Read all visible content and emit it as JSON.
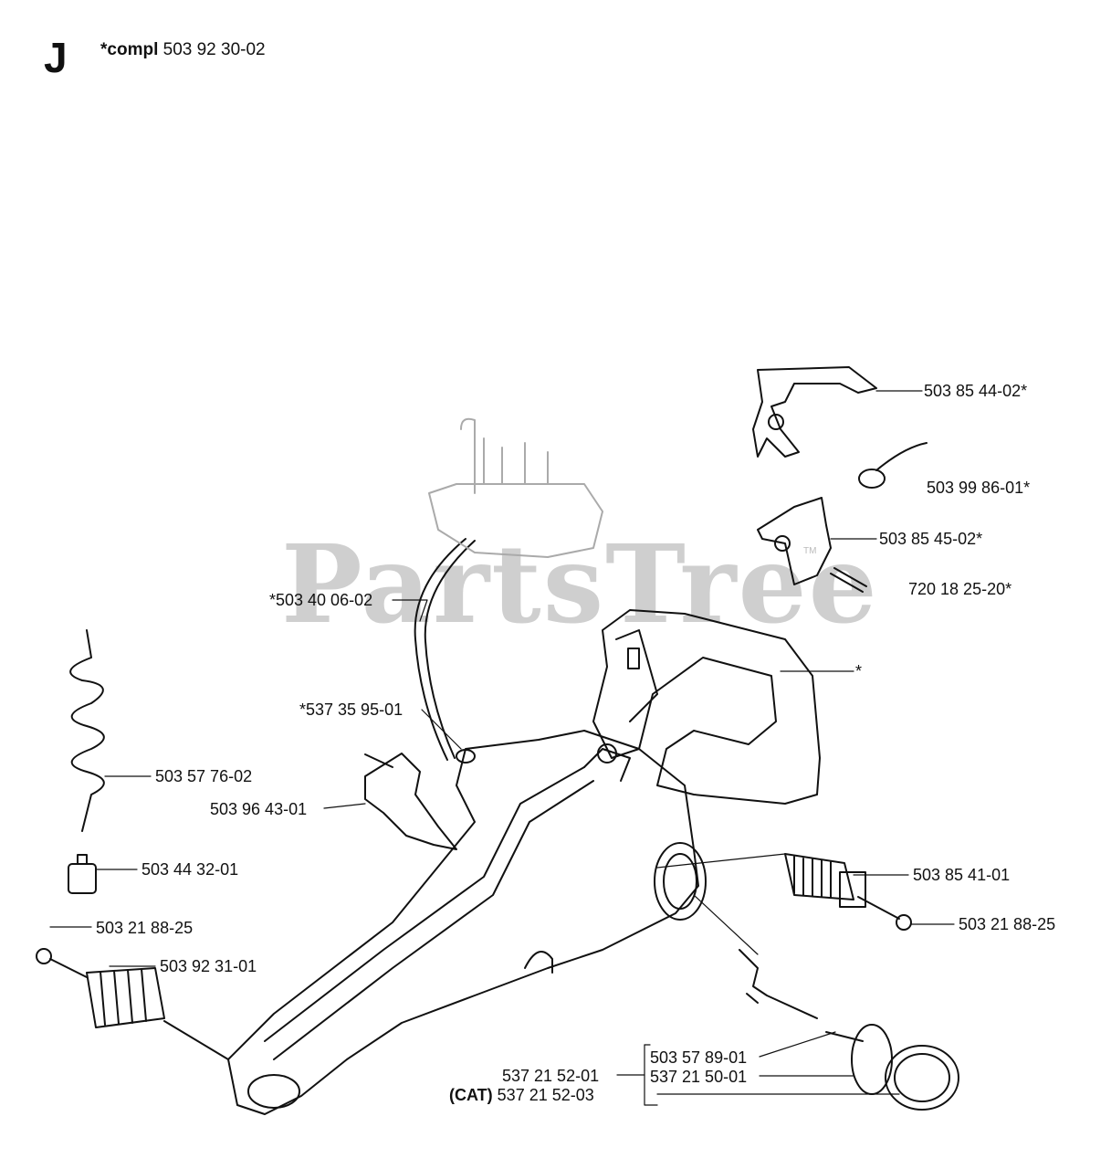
{
  "header": {
    "section_letter": "J",
    "compl_prefix": "*compl",
    "compl_number": "503 92 30-02"
  },
  "watermark": {
    "text": "PartsTree",
    "mark": "TM"
  },
  "parts": [
    {
      "id": "p1",
      "label": "503 85 44-02*"
    },
    {
      "id": "p2",
      "label": "503 99 86-01*"
    },
    {
      "id": "p3",
      "label": "503 85 45-02*"
    },
    {
      "id": "p4",
      "label": "720 18 25-20*"
    },
    {
      "id": "p5",
      "label": "*503 40 06-02"
    },
    {
      "id": "p6",
      "label": "*"
    },
    {
      "id": "p7",
      "label": "*537 35 95-01"
    },
    {
      "id": "p8",
      "label": "503 57 76-02"
    },
    {
      "id": "p9",
      "label": "503 96 43-01"
    },
    {
      "id": "p10",
      "label": "503 44 32-01"
    },
    {
      "id": "p11",
      "label": "503 85 41-01"
    },
    {
      "id": "p12",
      "label": "503 21 88-25"
    },
    {
      "id": "p13",
      "label": "503 21 88-25"
    },
    {
      "id": "p14",
      "label": "503 92 31-01"
    },
    {
      "id": "p15",
      "label": "503 57 89-01"
    },
    {
      "id": "p16",
      "label": "537 21 52-01"
    },
    {
      "id": "p17",
      "label": "537 21 50-01"
    },
    {
      "id": "p18",
      "prefix": "(CAT)",
      "label": "537 21 52-03"
    }
  ]
}
